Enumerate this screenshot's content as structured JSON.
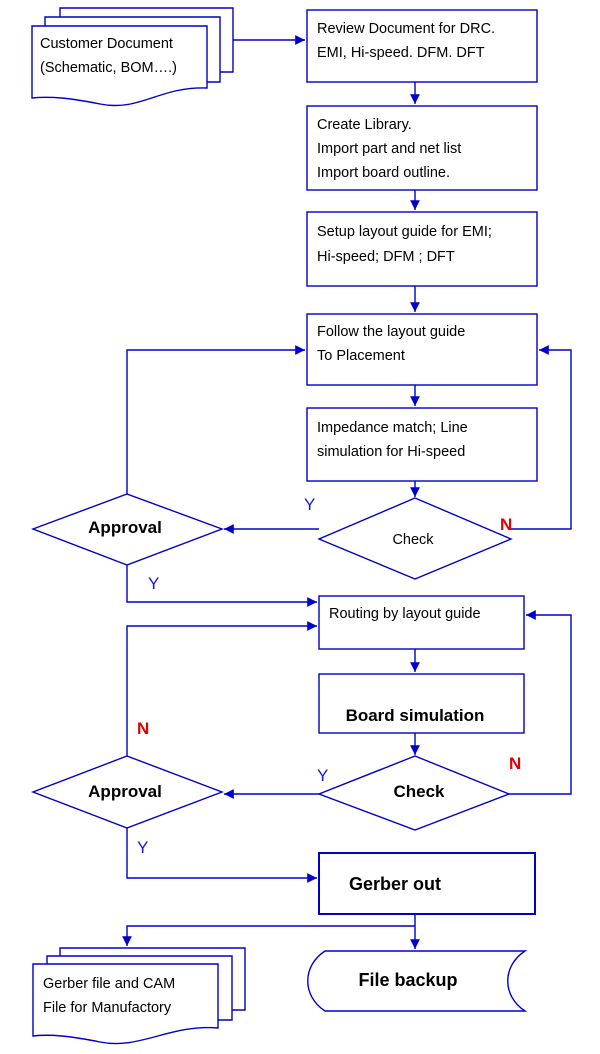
{
  "colors": {
    "line": "#0000cc",
    "yes_label": "#1a1acc",
    "no_label": "#e00000",
    "text": "#000000",
    "background": "#ffffff"
  },
  "nodes": {
    "customer_document": {
      "lines": [
        "Customer Document",
        "(Schematic, BOM….)"
      ]
    },
    "review_document": {
      "lines": [
        "Review Document for DRC.",
        "EMI, Hi-speed. DFM. DFT"
      ]
    },
    "create_library": {
      "lines": [
        "Create Library.",
        "Import part and net list",
        "Import board outline."
      ]
    },
    "setup_layout": {
      "lines": [
        "Setup layout guide for EMI;",
        "Hi-speed; DFM ; DFT"
      ]
    },
    "follow_layout": {
      "lines": [
        "Follow the layout guide",
        "To Placement"
      ]
    },
    "impedance_match": {
      "lines": [
        "Impedance match; Line",
        "simulation for Hi-speed"
      ]
    },
    "check_1": {
      "label": "Check"
    },
    "approval_1": {
      "label": "Approval"
    },
    "routing": {
      "label": "Routing by layout guide"
    },
    "board_simulation": {
      "label": "Board simulation"
    },
    "check_2": {
      "label": "Check"
    },
    "approval_2": {
      "label": "Approval"
    },
    "gerber_out": {
      "label": "Gerber out"
    },
    "gerber_file": {
      "lines": [
        "Gerber file and CAM",
        "File for Manufactory"
      ]
    },
    "file_backup": {
      "label": "File backup"
    }
  },
  "edge_labels": {
    "check1_yes": "Y",
    "check1_no": "N",
    "approval1_yes": "Y",
    "approval2_no": "N",
    "check2_yes": "Y",
    "check2_no": "N",
    "approval2_yes": "Y"
  }
}
